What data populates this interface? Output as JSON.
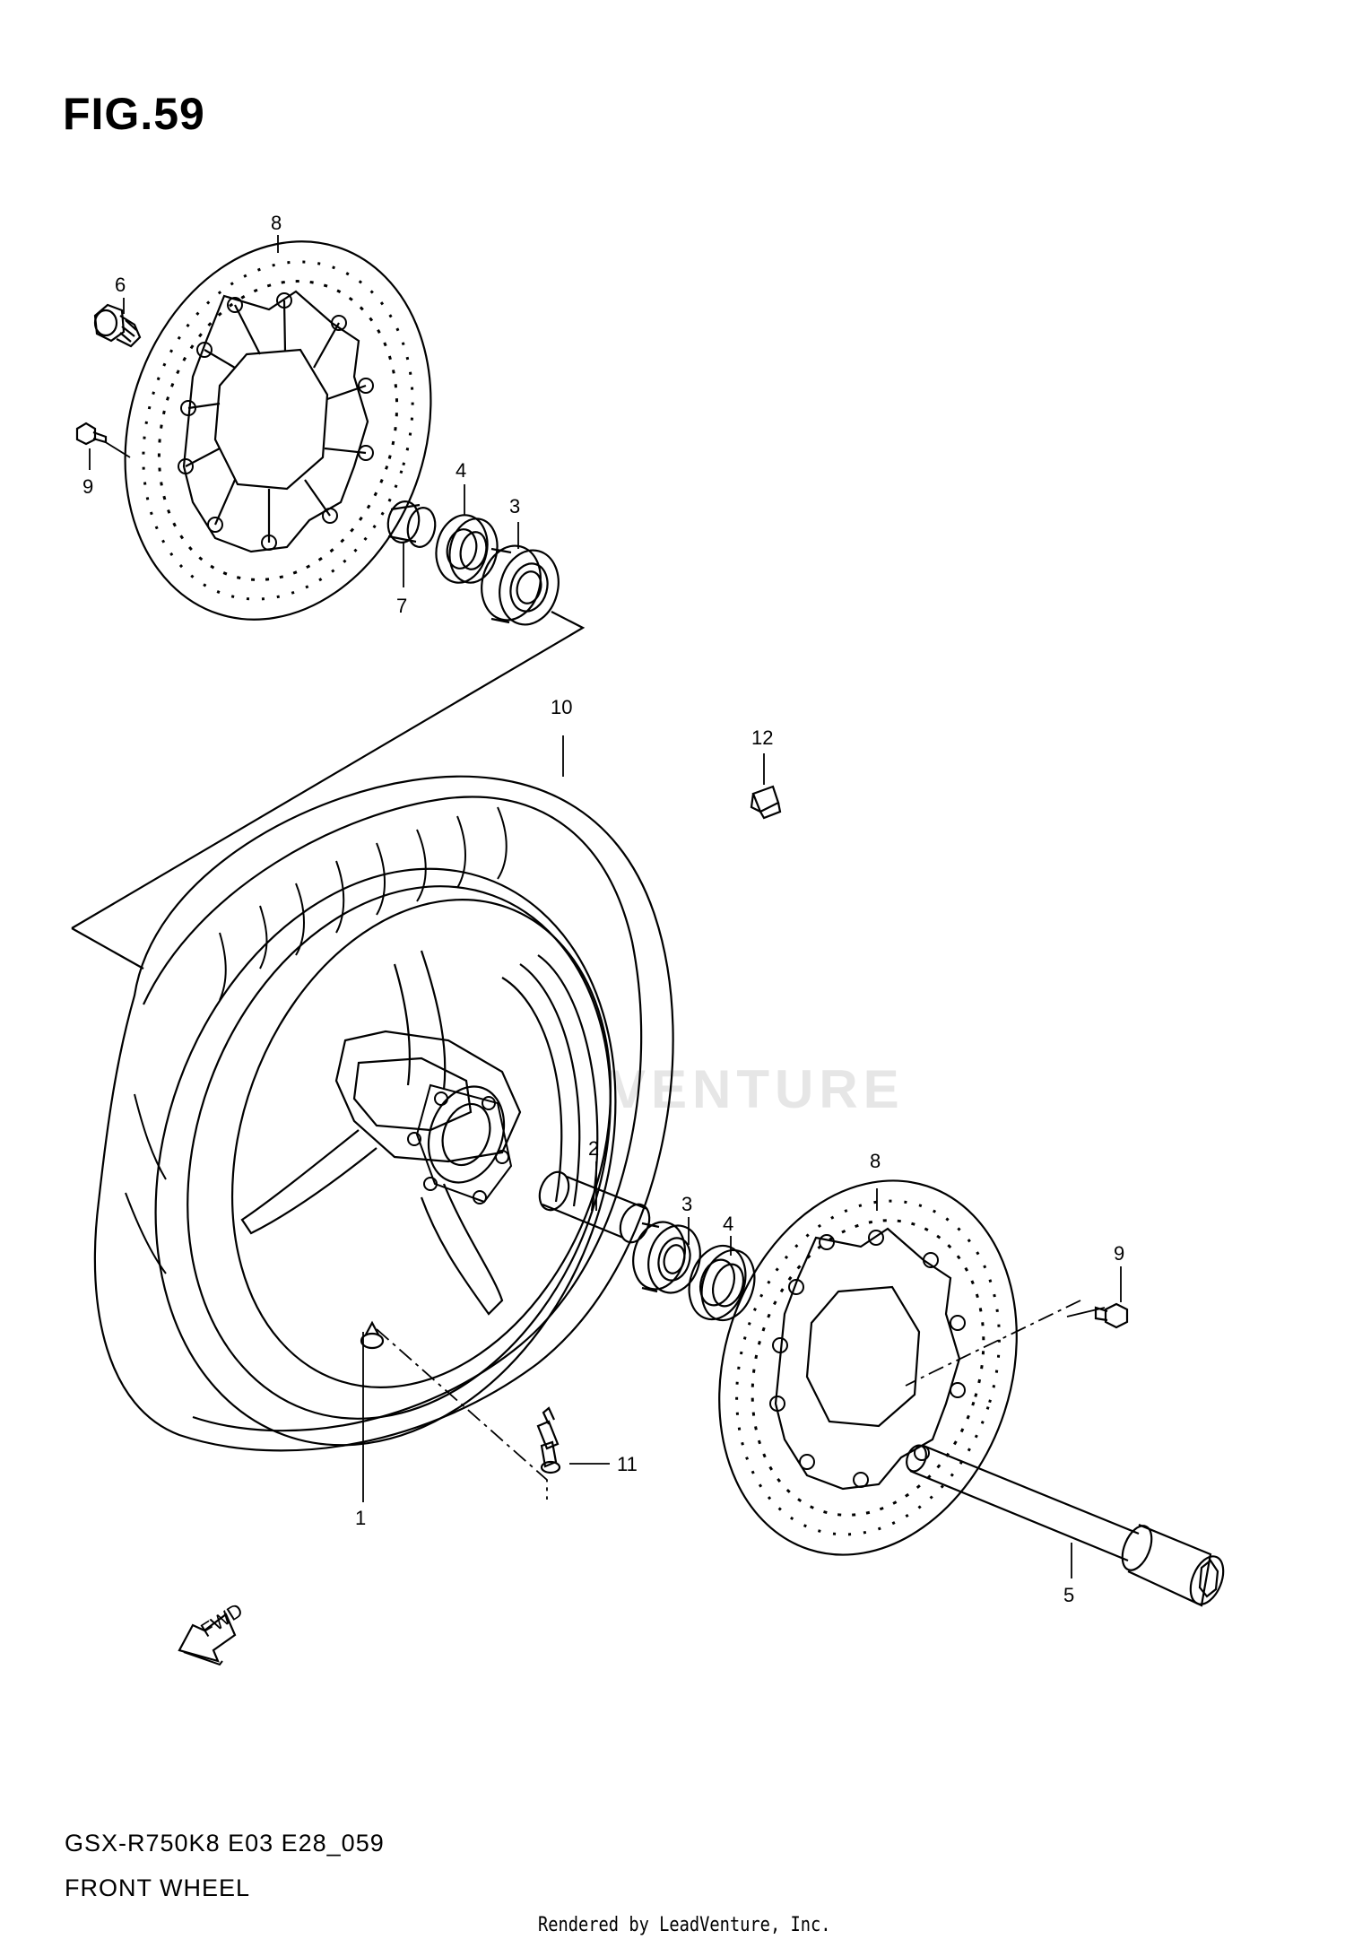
{
  "figure": {
    "title": "FIG.59",
    "model_code": "GSX-R750K8 E03 E28_059",
    "part_name": "FRONT WHEEL",
    "render_credit": "Rendered by LeadVenture, Inc.",
    "watermark": "VENTURE",
    "fwd_label": "FWD"
  },
  "callouts": [
    {
      "id": "8a",
      "label": "8"
    },
    {
      "id": "6",
      "label": "6"
    },
    {
      "id": "9a",
      "label": "9"
    },
    {
      "id": "4a",
      "label": "4"
    },
    {
      "id": "3a",
      "label": "3"
    },
    {
      "id": "7",
      "label": "7"
    },
    {
      "id": "10",
      "label": "10"
    },
    {
      "id": "12",
      "label": "12"
    },
    {
      "id": "2",
      "label": "2"
    },
    {
      "id": "3b",
      "label": "3"
    },
    {
      "id": "4b",
      "label": "4"
    },
    {
      "id": "8b",
      "label": "8"
    },
    {
      "id": "9b",
      "label": "9"
    },
    {
      "id": "11",
      "label": "11"
    },
    {
      "id": "1",
      "label": "1"
    },
    {
      "id": "5",
      "label": "5"
    }
  ]
}
